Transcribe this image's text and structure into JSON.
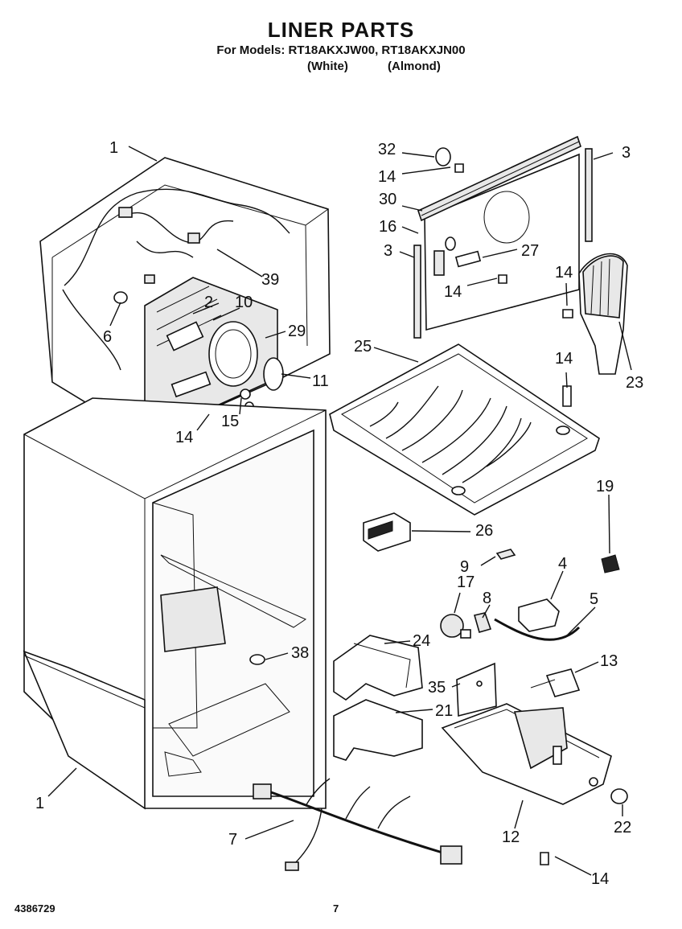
{
  "header": {
    "title": "LINER PARTS",
    "models_line": "For Models: RT18AKXJW00, RT18AKXJN00",
    "variant_white": "(White)",
    "variant_almond": "(Almond)"
  },
  "footer": {
    "document_number": "4386729",
    "page_number": "7"
  },
  "callouts": [
    {
      "id": "c1a",
      "text": "1"
    },
    {
      "id": "c1b",
      "text": "1"
    },
    {
      "id": "c2",
      "text": "2"
    },
    {
      "id": "c3a",
      "text": "3"
    },
    {
      "id": "c3b",
      "text": "3"
    },
    {
      "id": "c4",
      "text": "4"
    },
    {
      "id": "c5",
      "text": "5"
    },
    {
      "id": "c6",
      "text": "6"
    },
    {
      "id": "c7",
      "text": "7"
    },
    {
      "id": "c8",
      "text": "8"
    },
    {
      "id": "c9",
      "text": "9"
    },
    {
      "id": "c10",
      "text": "10"
    },
    {
      "id": "c11",
      "text": "11"
    },
    {
      "id": "c12",
      "text": "12"
    },
    {
      "id": "c13",
      "text": "13"
    },
    {
      "id": "c14a",
      "text": "14"
    },
    {
      "id": "c14b",
      "text": "14"
    },
    {
      "id": "c14c",
      "text": "14"
    },
    {
      "id": "c14d",
      "text": "14"
    },
    {
      "id": "c14e",
      "text": "14"
    },
    {
      "id": "c14f",
      "text": "14"
    },
    {
      "id": "c15",
      "text": "15"
    },
    {
      "id": "c16",
      "text": "16"
    },
    {
      "id": "c17",
      "text": "17"
    },
    {
      "id": "c19",
      "text": "19"
    },
    {
      "id": "c21",
      "text": "21"
    },
    {
      "id": "c22",
      "text": "22"
    },
    {
      "id": "c23",
      "text": "23"
    },
    {
      "id": "c24",
      "text": "24"
    },
    {
      "id": "c25",
      "text": "25"
    },
    {
      "id": "c26",
      "text": "26"
    },
    {
      "id": "c27",
      "text": "27"
    },
    {
      "id": "c29",
      "text": "29"
    },
    {
      "id": "c30",
      "text": "30"
    },
    {
      "id": "c32",
      "text": "32"
    },
    {
      "id": "c35",
      "text": "35"
    },
    {
      "id": "c38",
      "text": "38"
    },
    {
      "id": "c39",
      "text": "39"
    }
  ]
}
